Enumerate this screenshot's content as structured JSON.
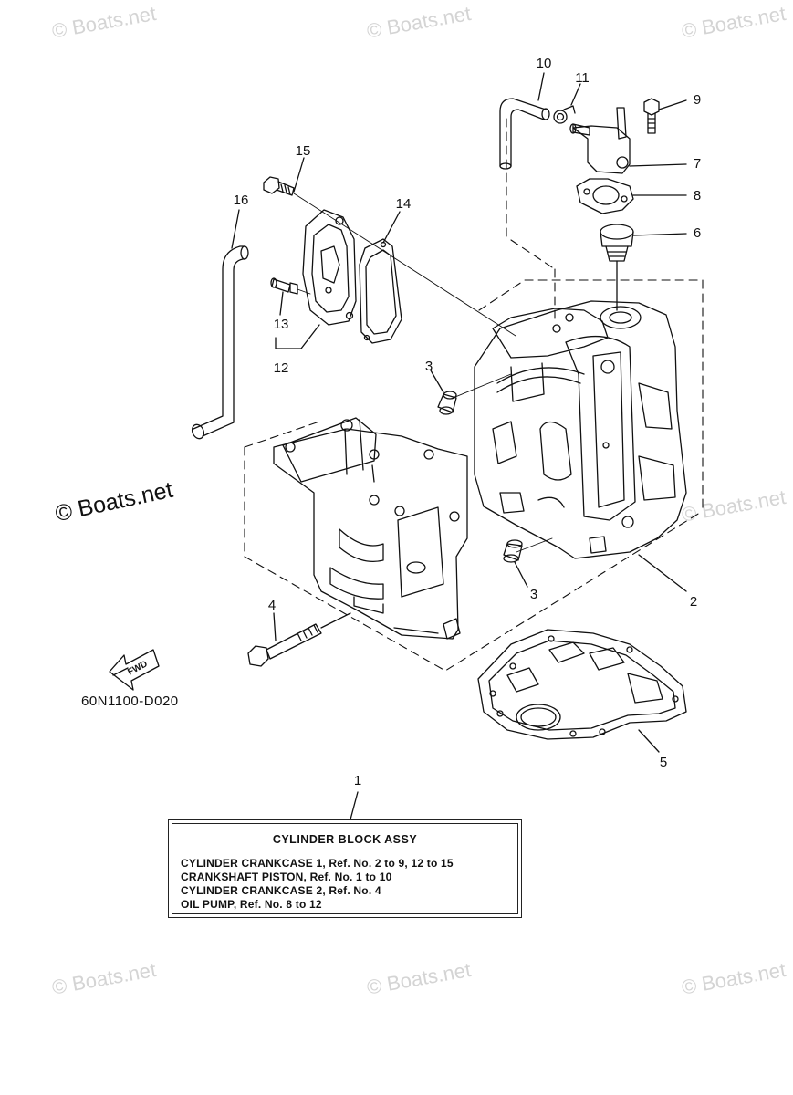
{
  "watermark": "© Boats.net",
  "watermark_center": "© Boats.net",
  "part_code": "60N1100-D020",
  "fwd_label": "FWD",
  "callouts": {
    "c1": "1",
    "c2": "2",
    "c3a": "3",
    "c3b": "3",
    "c4": "4",
    "c5": "5",
    "c6": "6",
    "c7": "7",
    "c8": "8",
    "c9": "9",
    "c10": "10",
    "c11": "11",
    "c12": "12",
    "c13": "13",
    "c14": "14",
    "c15": "15",
    "c16": "16"
  },
  "legend": {
    "title": "CYLINDER  BLOCK  ASSY",
    "lines": [
      "CYLINDER CRANKCASE 1,  Ref. No. 2 to 9,  12 to 15",
      "CRANKSHAFT PISTON,    Ref. No. 1 to 10",
      "CYLINDER CRANKCASE 2,  Ref. No. 4",
      "OIL PUMP,   Ref. No. 8 to 12"
    ]
  },
  "colors": {
    "line": "#111111",
    "watermark": "#d4d4d4",
    "background": "#ffffff"
  }
}
